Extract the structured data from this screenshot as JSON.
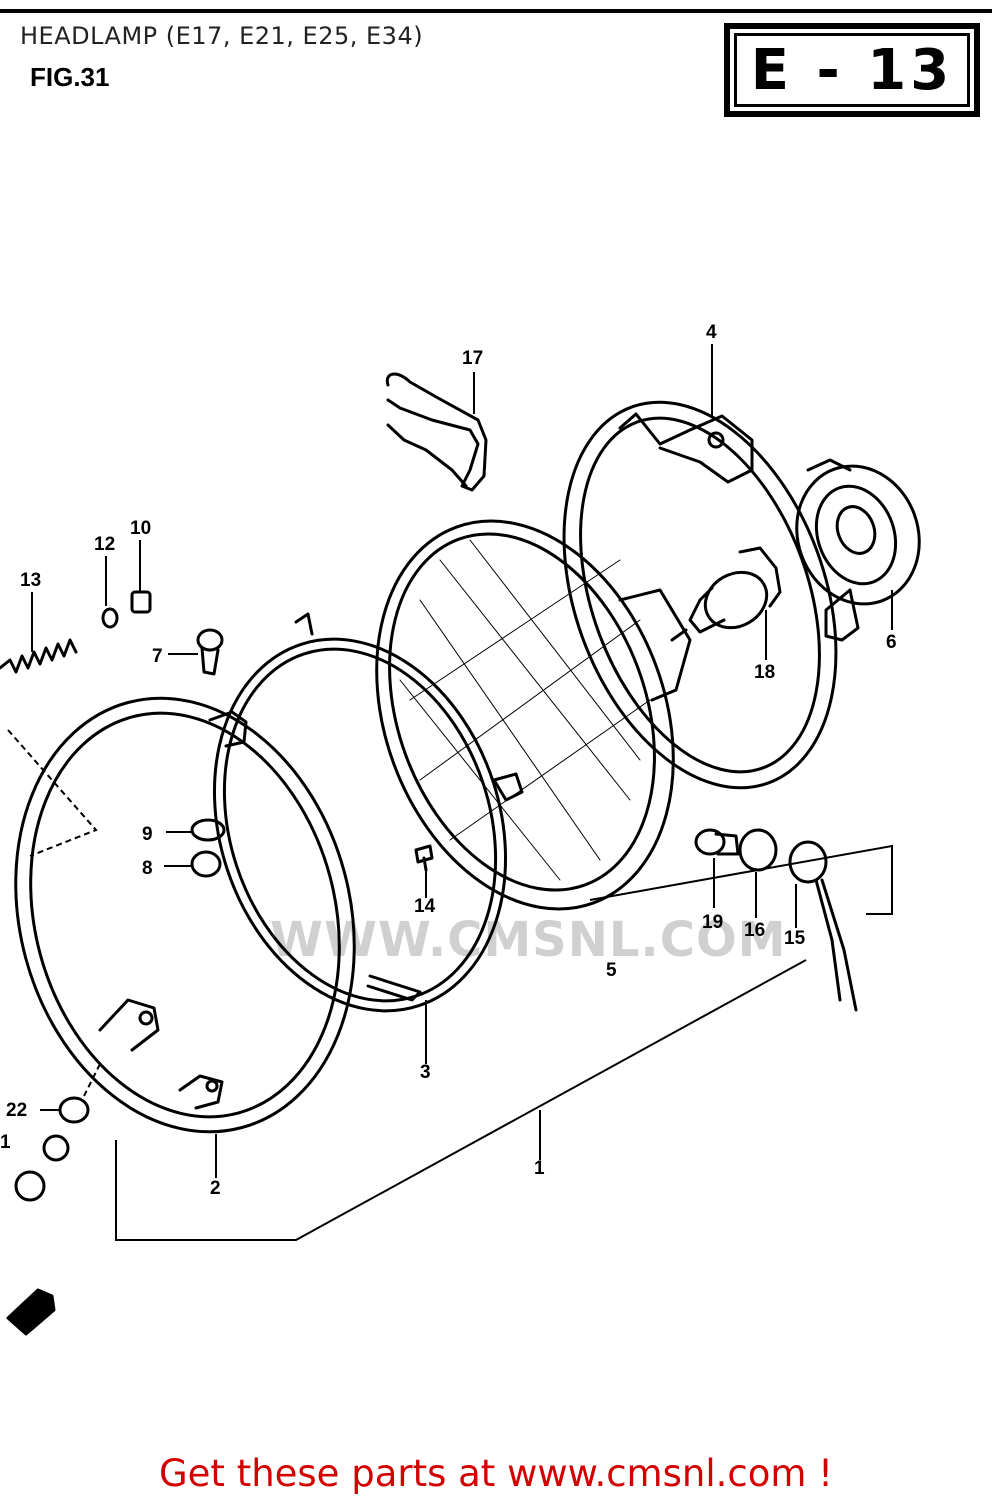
{
  "header": {
    "title": "HEADLAMP (E17, E21, E25, E34)",
    "figure": "FIG.31",
    "page_label": "E - 13"
  },
  "watermark": {
    "text": "WWW.CMSNL.COM"
  },
  "callouts": [
    {
      "id": "17",
      "label": "17"
    },
    {
      "id": "4",
      "label": "4"
    },
    {
      "id": "12",
      "label": "12"
    },
    {
      "id": "10",
      "label": "10"
    },
    {
      "id": "13",
      "label": "13"
    },
    {
      "id": "7",
      "label": "7"
    },
    {
      "id": "18",
      "label": "18"
    },
    {
      "id": "6",
      "label": "6"
    },
    {
      "id": "9",
      "label": "9"
    },
    {
      "id": "8",
      "label": "8"
    },
    {
      "id": "14",
      "label": "14"
    },
    {
      "id": "19",
      "label": "19"
    },
    {
      "id": "16",
      "label": "16"
    },
    {
      "id": "15",
      "label": "15"
    },
    {
      "id": "5",
      "label": "5"
    },
    {
      "id": "3",
      "label": "3"
    },
    {
      "id": "22",
      "label": "22"
    },
    {
      "id": "21",
      "label": "1"
    },
    {
      "id": "2",
      "label": "2"
    },
    {
      "id": "1",
      "label": "1"
    }
  ],
  "footer": {
    "cta": "Get these parts at www.cmsnl.com !"
  }
}
